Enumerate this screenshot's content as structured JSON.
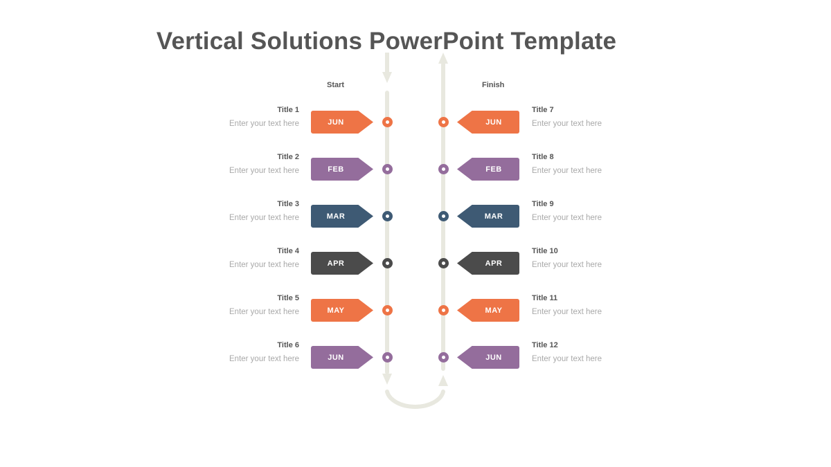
{
  "title": "Vertical Solutions PowerPoint Template",
  "columns": {
    "start_label": "Start",
    "finish_label": "Finish"
  },
  "colors": {
    "orange": "#ee7446",
    "purple": "#946d9c",
    "navy": "#3e5a74",
    "charcoal": "#4b4b4b",
    "track": "#e8e8df"
  },
  "left_rows": [
    {
      "title": "Title 1",
      "desc": "Enter your text here",
      "month": "JUN",
      "color": "#ee7446"
    },
    {
      "title": "Title 2",
      "desc": "Enter your text here",
      "month": "FEB",
      "color": "#946d9c"
    },
    {
      "title": "Title 3",
      "desc": "Enter your text here",
      "month": "MAR",
      "color": "#3e5a74"
    },
    {
      "title": "Title 4",
      "desc": "Enter your text here",
      "month": "APR",
      "color": "#4b4b4b"
    },
    {
      "title": "Title 5",
      "desc": "Enter your text here",
      "month": "MAY",
      "color": "#ee7446"
    },
    {
      "title": "Title 6",
      "desc": "Enter your text here",
      "month": "JUN",
      "color": "#946d9c"
    }
  ],
  "right_rows": [
    {
      "title": "Title 7",
      "desc": "Enter your text here",
      "month": "JUN",
      "color": "#ee7446"
    },
    {
      "title": "Title 8",
      "desc": "Enter your text here",
      "month": "FEB",
      "color": "#946d9c"
    },
    {
      "title": "Title 9",
      "desc": "Enter your text here",
      "month": "MAR",
      "color": "#3e5a74"
    },
    {
      "title": "Title 10",
      "desc": "Enter your text here",
      "month": "APR",
      "color": "#4b4b4b"
    },
    {
      "title": "Title 11",
      "desc": "Enter your text here",
      "month": "MAY",
      "color": "#ee7446"
    },
    {
      "title": "Title 12",
      "desc": "Enter your text here",
      "month": "JUN",
      "color": "#946d9c"
    }
  ]
}
